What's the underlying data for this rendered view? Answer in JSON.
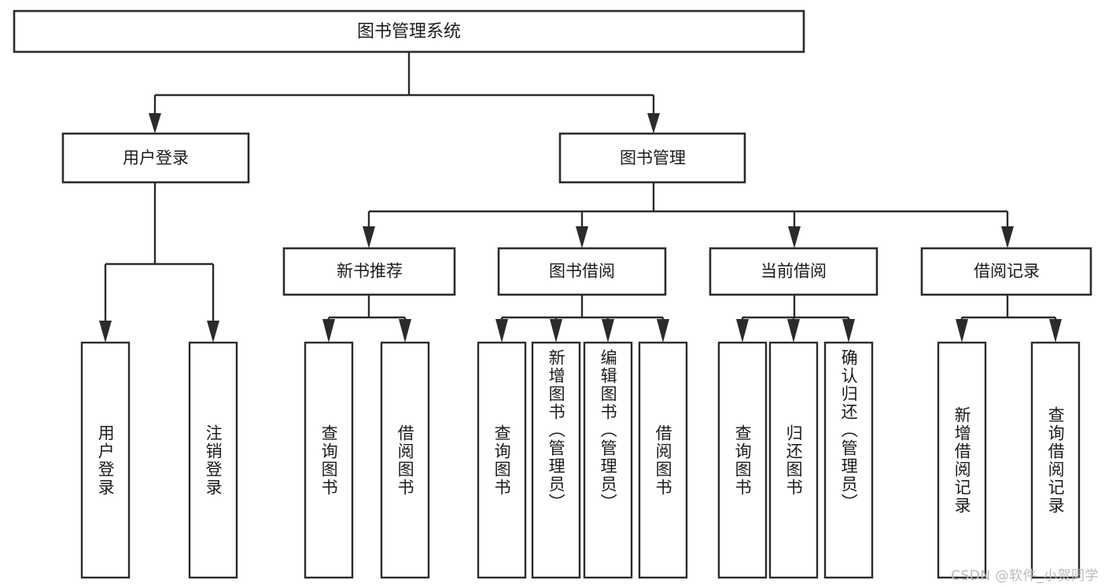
{
  "diagram": {
    "type": "tree-hierarchy",
    "title": "图书管理系统",
    "orientation": "top-down",
    "colors": {
      "box_fill": "#ffffff",
      "box_stroke": "#2b2b2b",
      "text": "#1b1b1b",
      "watermark": "#b9b9b9",
      "background": "#ffffff"
    },
    "root": {
      "label": "图书管理系统",
      "orientation": "horizontal"
    },
    "level2": [
      {
        "label": "用户登录",
        "orientation": "horizontal"
      },
      {
        "label": "图书管理",
        "orientation": "horizontal"
      }
    ],
    "level3": [
      {
        "label": "新书推荐",
        "orientation": "horizontal"
      },
      {
        "label": "图书借阅",
        "orientation": "horizontal"
      },
      {
        "label": "当前借阅",
        "orientation": "horizontal"
      },
      {
        "label": "借阅记录",
        "orientation": "horizontal"
      }
    ],
    "leaves": {
      "user_login": [
        {
          "label": "用户登录",
          "orientation": "vertical"
        },
        {
          "label": "注销登录",
          "orientation": "vertical"
        }
      ],
      "new_book_recommend": [
        {
          "label": "查询图书",
          "orientation": "vertical"
        },
        {
          "label": "借阅图书",
          "orientation": "vertical"
        }
      ],
      "book_borrow": [
        {
          "label": "查询图书",
          "orientation": "vertical"
        },
        {
          "label": "新增图书（管理员）",
          "orientation": "vertical"
        },
        {
          "label": "编辑图书（管理员）",
          "orientation": "vertical"
        },
        {
          "label": "借阅图书",
          "orientation": "vertical"
        }
      ],
      "current_borrow": [
        {
          "label": "查询图书",
          "orientation": "vertical"
        },
        {
          "label": "归还图书",
          "orientation": "vertical"
        },
        {
          "label": "确认归还（管理员）",
          "orientation": "vertical"
        }
      ],
      "borrow_record": [
        {
          "label": "新增借阅记录",
          "orientation": "vertical"
        },
        {
          "label": "查询借阅记录",
          "orientation": "vertical"
        }
      ]
    },
    "edges": [
      {
        "from": "图书管理系统",
        "to": "用户登录"
      },
      {
        "from": "图书管理系统",
        "to": "图书管理"
      },
      {
        "from": "图书管理",
        "to": "新书推荐"
      },
      {
        "from": "图书管理",
        "to": "图书借阅"
      },
      {
        "from": "图书管理",
        "to": "当前借阅"
      },
      {
        "from": "图书管理",
        "to": "借阅记录"
      },
      {
        "from": "用户登录",
        "to": "用户登录(叶)"
      },
      {
        "from": "用户登录",
        "to": "注销登录"
      },
      {
        "from": "新书推荐",
        "to": "查询图书"
      },
      {
        "from": "新书推荐",
        "to": "借阅图书"
      },
      {
        "from": "图书借阅",
        "to": "查询图书"
      },
      {
        "from": "图书借阅",
        "to": "新增图书（管理员）"
      },
      {
        "from": "图书借阅",
        "to": "编辑图书（管理员）"
      },
      {
        "from": "图书借阅",
        "to": "借阅图书"
      },
      {
        "from": "当前借阅",
        "to": "查询图书"
      },
      {
        "from": "当前借阅",
        "to": "归还图书"
      },
      {
        "from": "当前借阅",
        "to": "确认归还（管理员）"
      },
      {
        "from": "借阅记录",
        "to": "新增借阅记录"
      },
      {
        "from": "借阅记录",
        "to": "查询借阅记录"
      }
    ]
  },
  "watermark": {
    "text": "CSDN @软件_小贺同学"
  }
}
